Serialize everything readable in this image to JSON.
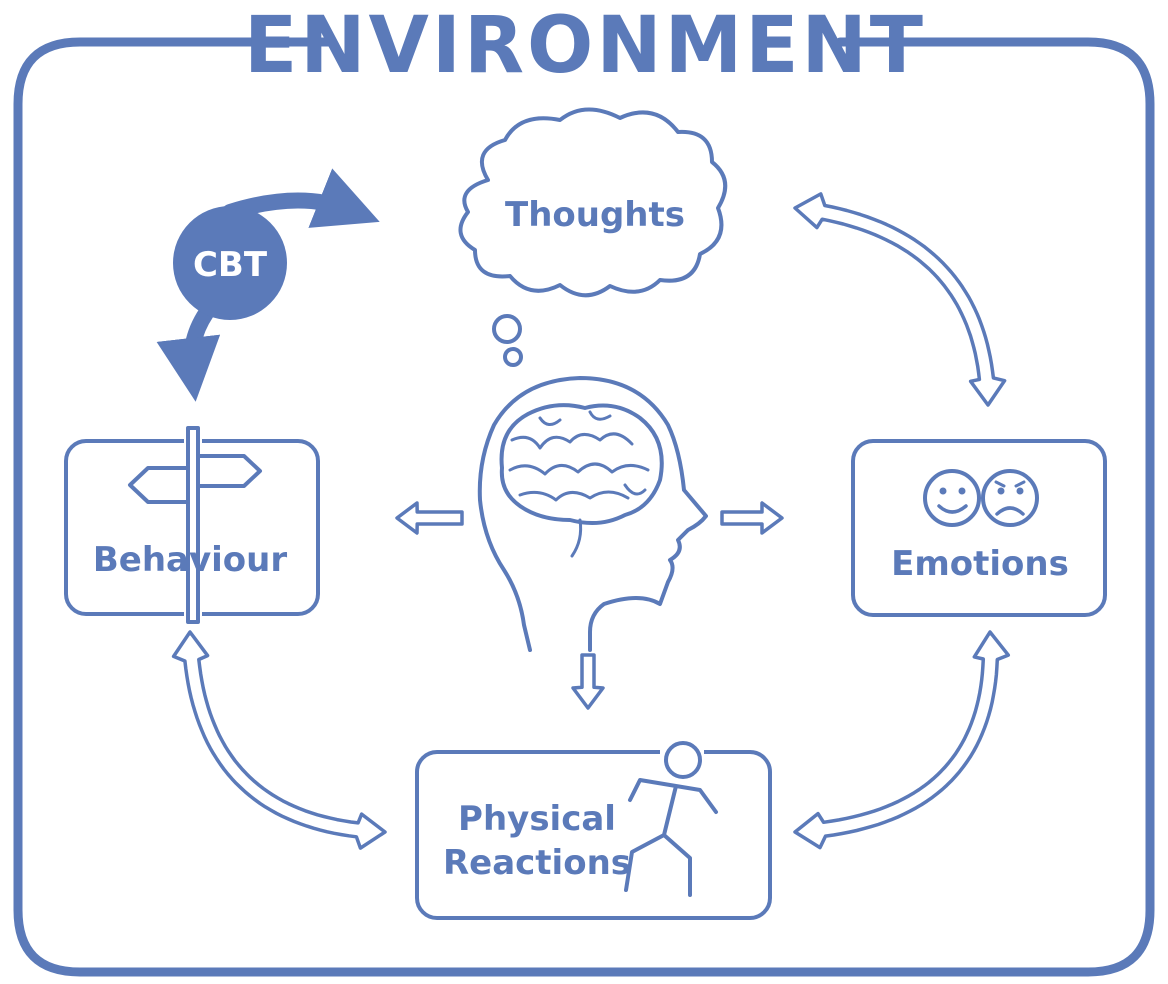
{
  "diagram": {
    "title": "ENVIRONMENT",
    "colors": {
      "primary": "#5b7ab9",
      "background": "#ffffff"
    },
    "badge": {
      "label": "CBT"
    },
    "nodes": {
      "thoughts": {
        "label": "Thoughts",
        "icon": "thought-cloud-icon"
      },
      "behaviour": {
        "label": "Behaviour",
        "icon": "signpost-icon"
      },
      "emotions": {
        "label": "Emotions",
        "icon": "smiley-faces-icon"
      },
      "physical": {
        "label_line1": "Physical",
        "label_line2": "Reactions",
        "icon": "running-person-icon"
      }
    },
    "center_icon": "head-brain-icon",
    "connections": [
      {
        "from": "thoughts",
        "to": "emotions",
        "type": "two-way"
      },
      {
        "from": "emotions",
        "to": "physical",
        "type": "two-way"
      },
      {
        "from": "physical",
        "to": "behaviour",
        "type": "two-way"
      },
      {
        "from": "head",
        "to": "behaviour",
        "type": "one-way"
      },
      {
        "from": "head",
        "to": "emotions",
        "type": "one-way"
      },
      {
        "from": "head",
        "to": "physical",
        "type": "one-way"
      },
      {
        "from": "cbt",
        "to": "thoughts",
        "type": "one-way"
      },
      {
        "from": "cbt",
        "to": "behaviour",
        "type": "one-way"
      }
    ]
  }
}
